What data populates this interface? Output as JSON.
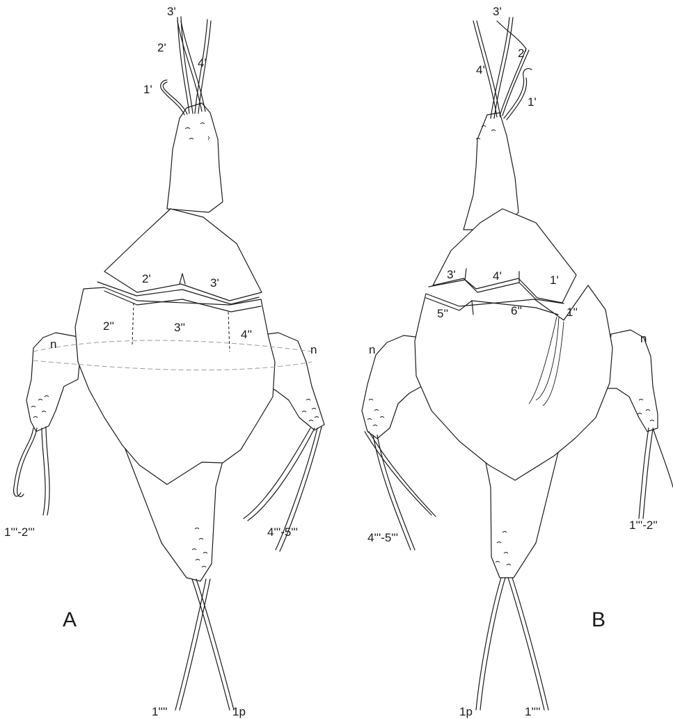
{
  "panels": [
    {
      "id": "A",
      "panel_label": "A",
      "labels": {
        "apical_1": "1'",
        "apical_2": "2'",
        "apical_3": "3'",
        "apical_4": "4'",
        "plate_2p": "2'",
        "plate_3p": "3'",
        "plate_2pp": "2''",
        "plate_3pp": "3''",
        "plate_4pp": "4''",
        "n_left": "n",
        "n_right": "n",
        "horn_left": "1'''-2'''",
        "horn_right": "4'''-5'''",
        "antapical": "1''''",
        "posterior": "1p"
      }
    },
    {
      "id": "B",
      "panel_label": "B",
      "labels": {
        "apical_3": "3'",
        "apical_2": "2'",
        "apical_4": "4'",
        "apical_1": "1'",
        "plate_3p": "3'",
        "plate_4p": "4'",
        "plate_1p": "1'",
        "plate_5pp": "5''",
        "plate_6pp": "6''",
        "plate_1pp": "1''",
        "n_left": "n",
        "n_right": "n",
        "horn_left": "4'''-5'''",
        "horn_right": "1'''-2''",
        "posterior": "1p",
        "antapical": "1''''"
      }
    }
  ]
}
